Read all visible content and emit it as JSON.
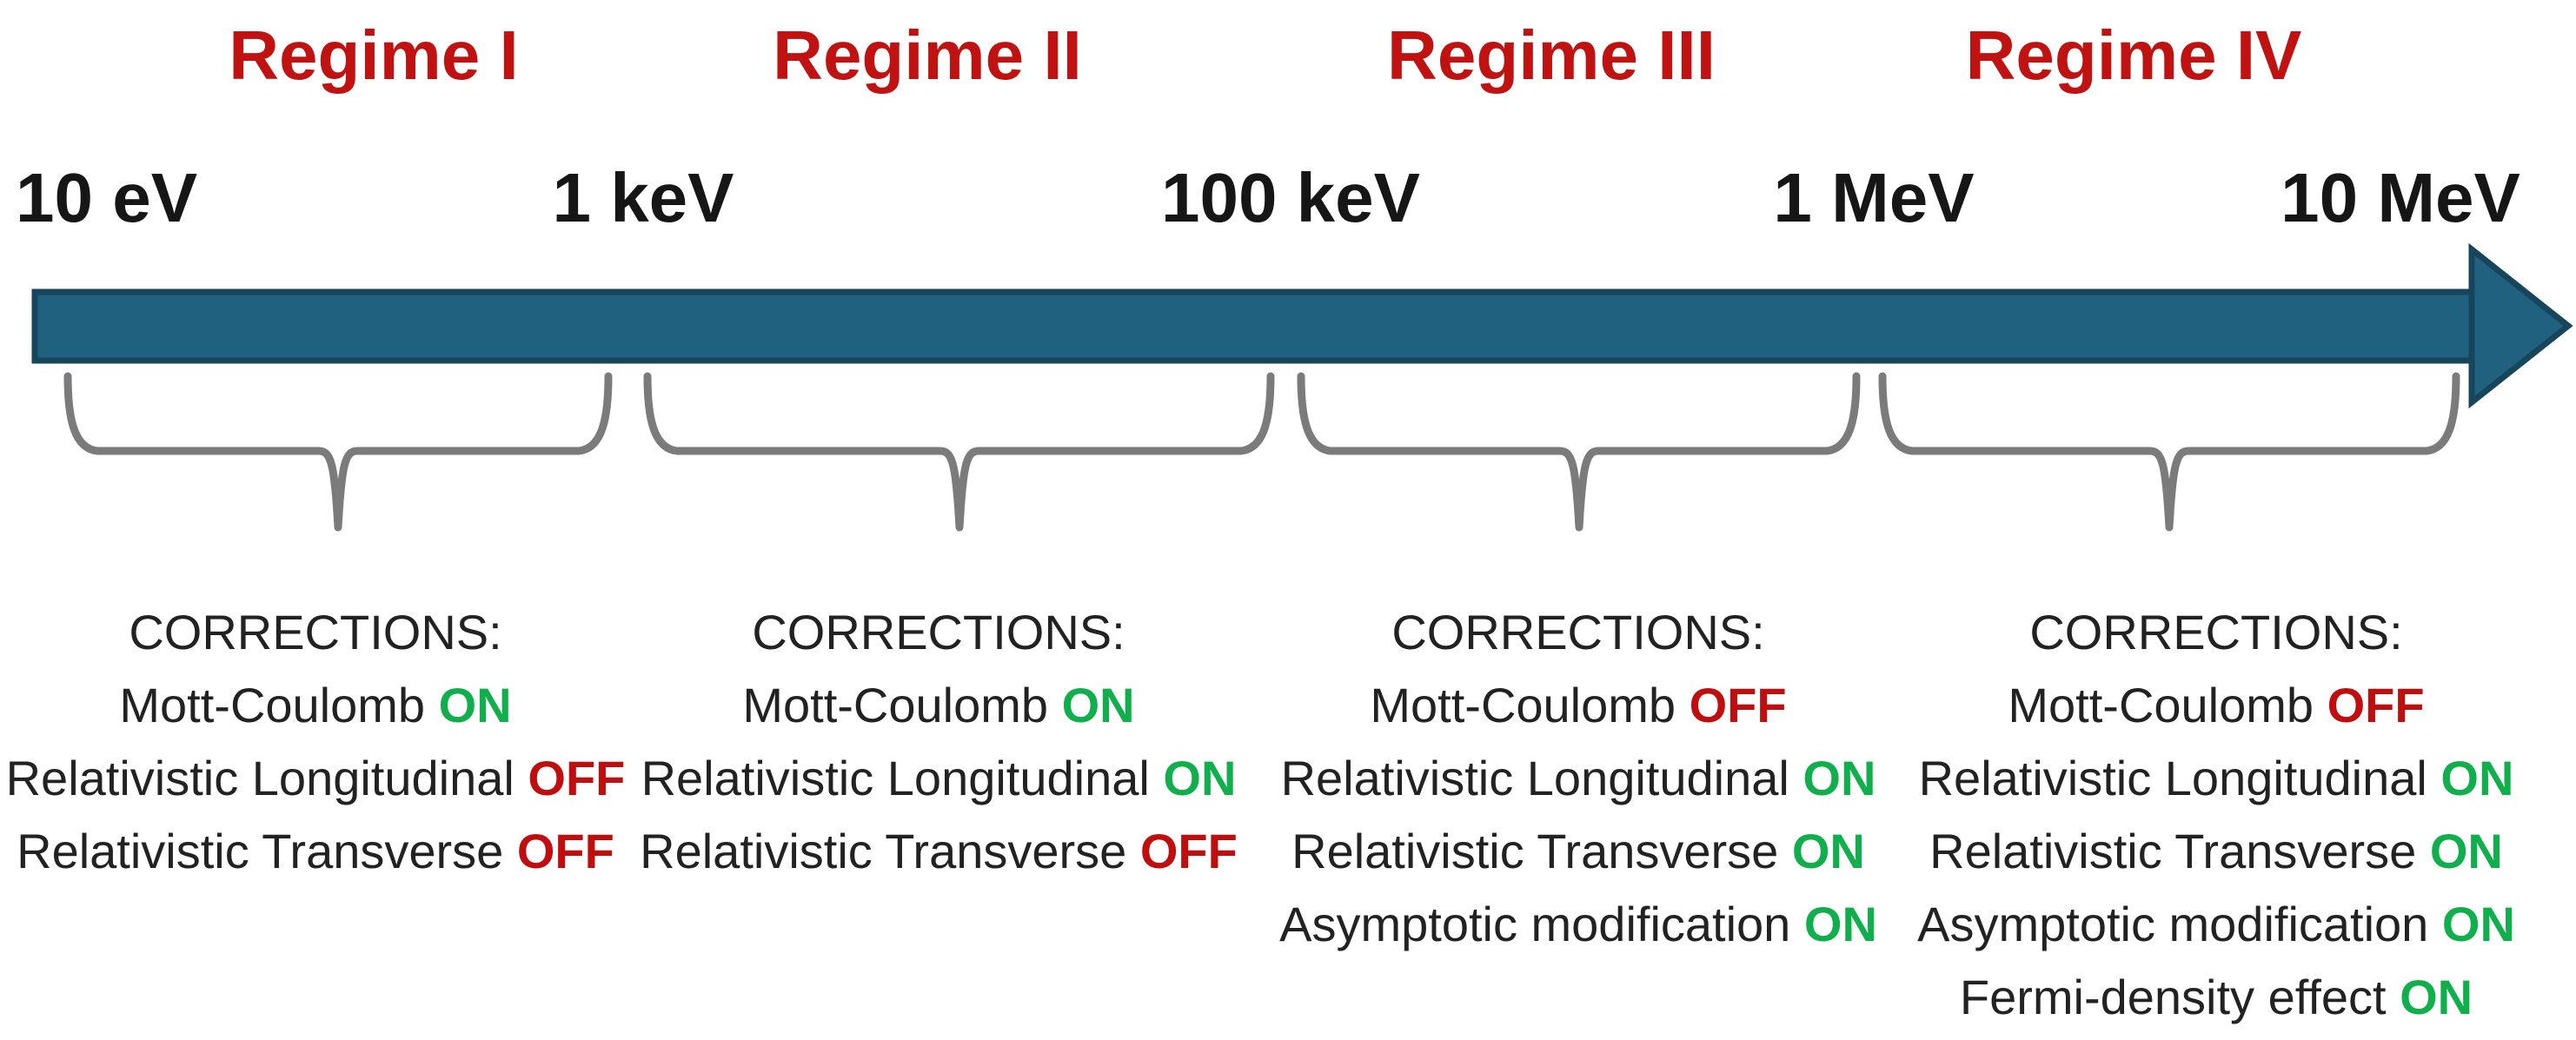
{
  "diagram": {
    "title_hint": "Electron energy regimes with applied corrections",
    "energy_labels": [
      "10 eV",
      "1 keV",
      "100 keV",
      "1 MeV",
      "10 MeV"
    ],
    "regimes": [
      {
        "title": "Regime I",
        "range": [
          "10 eV",
          "1 keV"
        ],
        "corrections_heading": "CORRECTIONS:",
        "corrections": [
          {
            "label": "Mott-Coulomb",
            "state": "ON"
          },
          {
            "label": "Relativistic Longitudinal",
            "state": "OFF"
          },
          {
            "label": "Relativistic Transverse",
            "state": "OFF"
          }
        ]
      },
      {
        "title": "Regime II",
        "range": [
          "1 keV",
          "100 keV"
        ],
        "corrections_heading": "CORRECTIONS:",
        "corrections": [
          {
            "label": "Mott-Coulomb",
            "state": "ON"
          },
          {
            "label": "Relativistic Longitudinal",
            "state": "ON"
          },
          {
            "label": "Relativistic Transverse",
            "state": "OFF"
          }
        ]
      },
      {
        "title": "Regime III",
        "range": [
          "100 keV",
          "1 MeV"
        ],
        "corrections_heading": "CORRECTIONS:",
        "corrections": [
          {
            "label": "Mott-Coulomb",
            "state": "OFF"
          },
          {
            "label": "Relativistic Longitudinal",
            "state": "ON"
          },
          {
            "label": "Relativistic Transverse",
            "state": "ON"
          },
          {
            "label": "Asymptotic modification",
            "state": "ON"
          }
        ]
      },
      {
        "title": "Regime IV",
        "range": [
          "1 MeV",
          "10 MeV"
        ],
        "corrections_heading": "CORRECTIONS:",
        "corrections": [
          {
            "label": "Mott-Coulomb",
            "state": "OFF"
          },
          {
            "label": "Relativistic Longitudinal",
            "state": "ON"
          },
          {
            "label": "Relativistic Transverse",
            "state": "ON"
          },
          {
            "label": "Asymptotic modification",
            "state": "ON"
          },
          {
            "label": "Fermi-density effect",
            "state": "ON"
          }
        ]
      }
    ],
    "colors": {
      "regime_title": "#C11212",
      "on": "#0FAF4B",
      "off": "#C00E0E",
      "arrow_fill": "#20617F",
      "arrow_border": "#16455C",
      "brace": "#7B7B7B",
      "text": "#222222"
    }
  }
}
